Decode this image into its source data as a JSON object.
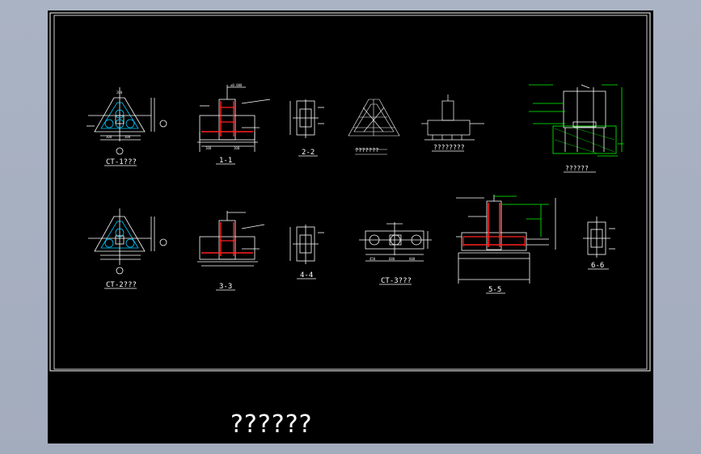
{
  "colors": {
    "background": "#000000",
    "line": "#ffffff",
    "rebar": "#ff2020",
    "dim": "#00c8ff",
    "green": "#00ff00",
    "viewport": "#a9b2c2"
  },
  "labels": {
    "ct1": "CT-1???",
    "sec11": "1-1",
    "sec22": "2-2",
    "tri": "???????",
    "elev": "????????",
    "detail": "??????",
    "ct2": "CT-2???",
    "sec33": "3-3",
    "sec44": "4-4",
    "ct3": "CT-3???",
    "sec55": "5-5",
    "sec66": "6-6"
  },
  "title_block": {
    "text": "??????"
  }
}
